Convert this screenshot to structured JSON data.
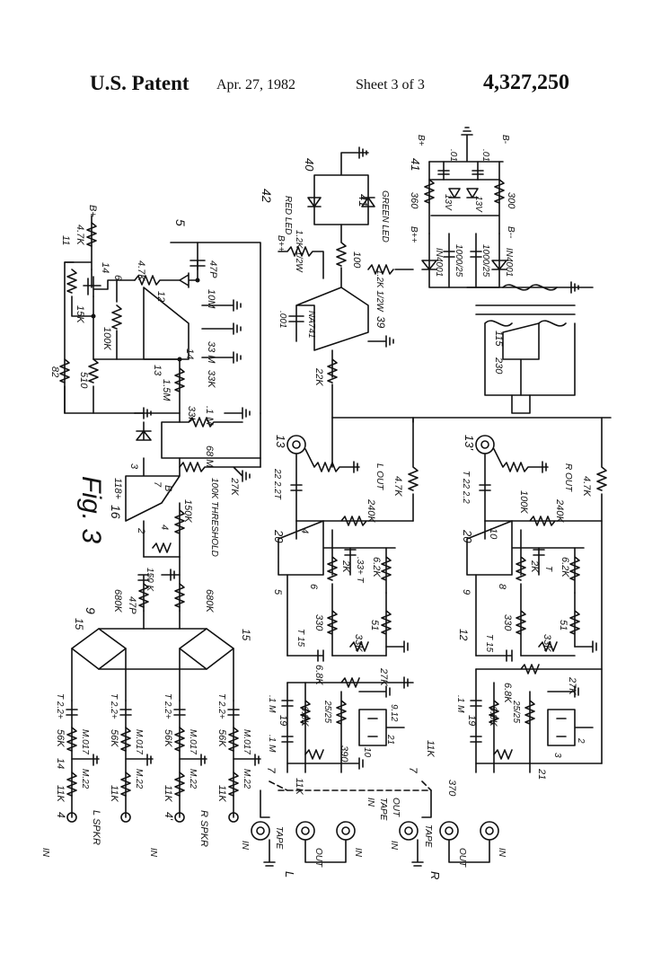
{
  "header": {
    "patent": "U.S. Patent",
    "date": "Apr. 27, 1982",
    "sheet": "Sheet 3 of 3",
    "number": "4,327,250"
  },
  "figure_label": "Fig. 3",
  "components": {
    "q14": {
      "ref": "11",
      "d": "6",
      "s": "14",
      "r_drain": "4.7K",
      "r_gate": "15K",
      "r_src": "100K",
      "rail": "B+"
    },
    "amp12": {
      "ref": "12",
      "ref2": "5",
      "pin": "13",
      "out": "14",
      "rin": "4.7K",
      "cap": "47P",
      "r1": "10M",
      "r2": "33 M",
      "r3": "33K",
      "r4": "1.5M"
    },
    "left_res": {
      "a": "82",
      "b": "510"
    },
    "amp16": {
      "ref": "16",
      "p1": "3",
      "p2": "118+",
      "p3": "7",
      "p4": "B-",
      "p5": "2",
      "p6": "4",
      "r1": "150K",
      "r2": "33K",
      "cm": ".1 M",
      "r3": "68 M",
      "thr": "100K THRESHOLD",
      "r4": "27K",
      "c1": "150 K",
      "c2": "47P",
      "r5": "680K",
      "r6": "680K"
    },
    "bridges": {
      "left_ref": "9",
      "left_n": "15",
      "right_n": "15"
    },
    "inputs": [
      {
        "cap": "T 2.2+",
        "r1": "56K",
        "c2": "M.017",
        "r2": "11K",
        "c3": "M.22",
        "term": "4",
        "name": "IN",
        "label": "L SPKR",
        "node": "14"
      },
      {
        "cap": "T 2.2+",
        "r1": "56K",
        "c2": "M.017",
        "r2": "11K",
        "c3": "M.22"
      },
      {
        "cap": "T 2.2+",
        "r1": "56K",
        "c2": "M.017",
        "r2": "11K",
        "c3": "M.22",
        "term": "4'",
        "name": "IN",
        "label": "R SPKR"
      },
      {
        "cap": "T 2.2+",
        "r1": "56K",
        "c2": "M.017",
        "r2": "11K",
        "c3": "M.22"
      }
    ],
    "led": {
      "ref": "42",
      "red": "RED LED",
      "red_n": "40",
      "green": "GREEN LED",
      "green_n": "41",
      "r1": "1.2K 1/2W",
      "r2": "100",
      "r3": "1.2K 1/2W",
      "rail": "B++",
      "cap": ".001",
      "ic": "NA741",
      "ic_n": "39",
      "r4": "22K"
    },
    "psu": {
      "ref": "41",
      "bp": "B+",
      "bm": "B-",
      "c1": ".01",
      "c2": ".01",
      "z1": "13V",
      "z2": "13V",
      "r1": "360",
      "r2": "300",
      "bpp": "B++",
      "bmm": "B--",
      "d1": "IN4001",
      "c3": "1000/25",
      "c4": "1000/25",
      "d2": "IN4001",
      "v1": "230",
      "v2": "115"
    },
    "left_channel": {
      "ref": "13",
      "out": "L OUT",
      "c1": "22 2.2T",
      "amp": "20",
      "pin4": "4",
      "r1": "240K",
      "r2": "4.7K",
      "r3": "2K",
      "c2": ".33+ T",
      "r4": "6.2K",
      "pin5": "5",
      "pin6": "6",
      "r5": "330",
      "r6": "51",
      "c3": "T 15",
      "r7": "33K",
      "r8": "6.8K",
      "r9": "27K",
      "c4": ".1 M",
      "n19": "19",
      "r10": "6.8K",
      "c5": "25/25",
      "q": "9.12",
      "c6": ".1 M",
      "q2": "10",
      "q3": "21",
      "r11": "390",
      "r12": "11K",
      "sw": "7"
    },
    "right_channel": {
      "ref": "13'",
      "out": "R OUT",
      "c1": "T 22 2.2",
      "amp": "20",
      "pin10": "10",
      "r1": "240K",
      "r2": "4.7K",
      "r3": "2K",
      "c2": "T",
      "r4": "6.2K",
      "pin9": "9",
      "pin8": "8",
      "r5": "330",
      "r6": "51",
      "n12": "12",
      "c3": "T 15",
      "r7": "33K",
      "r8": "6.8K",
      "r9": "27K",
      "c4": ".1 M",
      "n19": "19",
      "r10": "6.8K",
      "c5": "25/25",
      "q": "21",
      "q2": "3",
      "q3": "2",
      "r11": "370",
      "r12": "11K",
      "r13": "100K",
      "sw": "7"
    },
    "jacks": {
      "l_in": "IN",
      "l_tape": "TAPE",
      "l_out": "OUT",
      "l_in2": "IN",
      "l_label": "L",
      "r_in": "IN",
      "r_tape": "TAPE",
      "r_out": "OUT",
      "r_in2": "IN",
      "r_label": "R",
      "sw_in": "IN",
      "sw_tape": "TAPE",
      "sw_out": "OUT"
    }
  }
}
